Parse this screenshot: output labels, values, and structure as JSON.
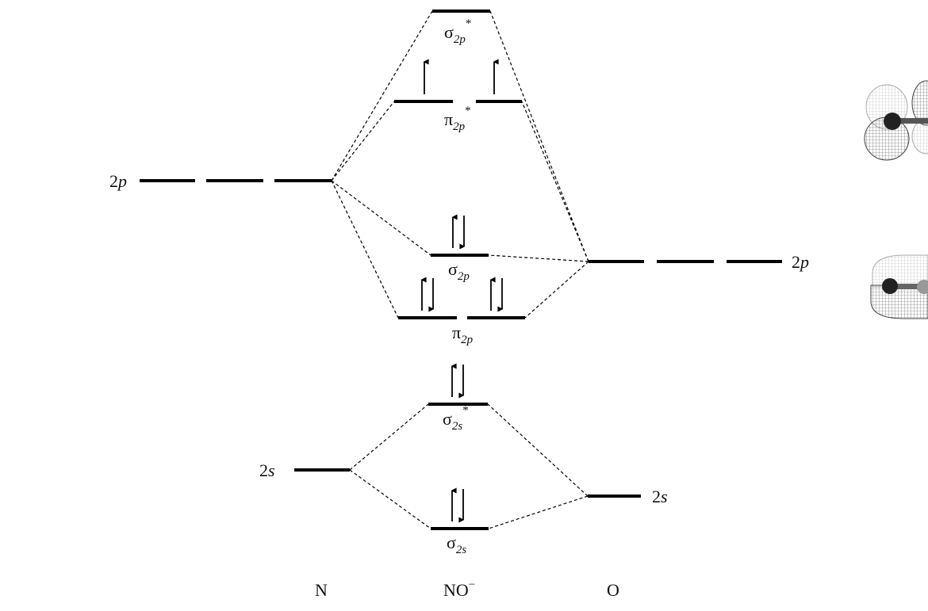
{
  "atoms": {
    "left": "N",
    "middle": "NO",
    "middle_charge": "−",
    "right": "O"
  },
  "atomic_levels": {
    "n_2p": {
      "num": "2",
      "l": "p"
    },
    "n_2s": {
      "num": "2",
      "l": "s"
    },
    "o_2p": {
      "num": "2",
      "l": "p"
    },
    "o_2s": {
      "num": "2",
      "l": "s"
    }
  },
  "mo_levels": {
    "sigma_2p_star": {
      "symbol": "σ",
      "sub_num": "2",
      "sub_l": "p",
      "sup": "*",
      "electrons": 0
    },
    "pi_2p_star": {
      "symbol": "π",
      "sub_num": "2",
      "sub_l": "p",
      "sup": "*",
      "electrons": 2
    },
    "sigma_2p": {
      "symbol": "σ",
      "sub_num": "2",
      "sub_l": "p",
      "sup": "",
      "electrons": 2
    },
    "pi_2p": {
      "symbol": "π",
      "sub_num": "2",
      "sub_l": "p",
      "sup": "",
      "electrons": 4
    },
    "sigma_2s_star": {
      "symbol": "σ",
      "sub_num": "2",
      "sub_l": "s",
      "sup": "*",
      "electrons": 2
    },
    "sigma_2s": {
      "symbol": "σ",
      "sub_num": "2",
      "sub_l": "s",
      "sup": "",
      "electrons": 2
    }
  }
}
